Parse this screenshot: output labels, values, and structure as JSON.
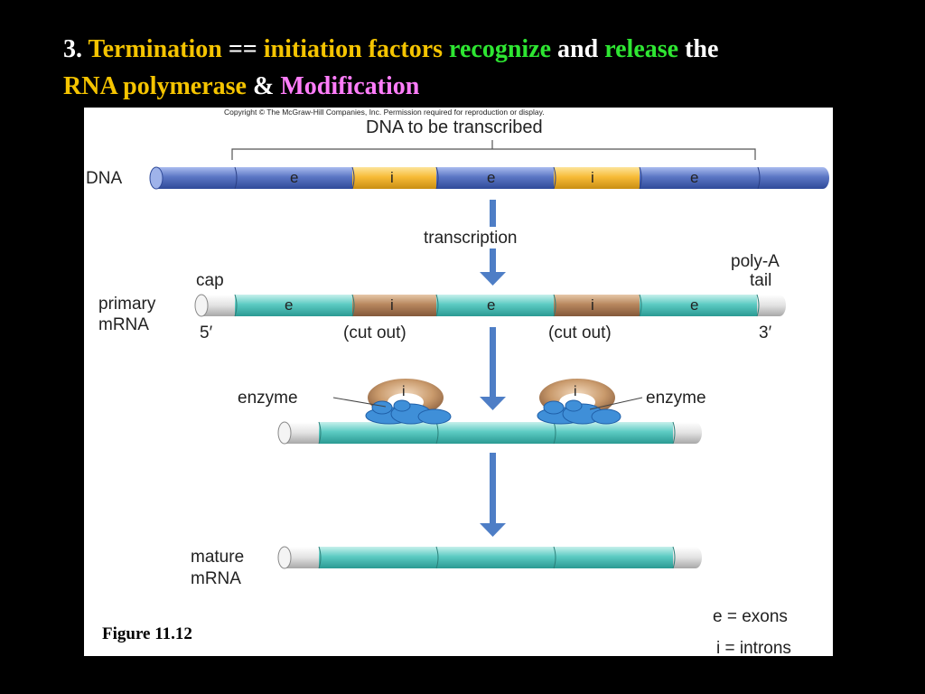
{
  "title": {
    "number": "3.",
    "termination": "Termination",
    "equals": "==",
    "initiation_factors": "initiation factors",
    "recognize": "recognize",
    "and": "and",
    "release": "release",
    "the": "the",
    "rna_polymerase": "RNA polymerase",
    "ampersand": "&",
    "modification": "Modification"
  },
  "colors": {
    "title_default": "#ffffff",
    "title_yellow": "#f5c400",
    "title_green": "#2ee632",
    "title_pink": "#ff7dfa",
    "dna_exon": "#5873c0",
    "dna_intron": "#f5b936",
    "rna_exon": "#55c8c0",
    "rna_intron": "#b98860",
    "arrow": "#4e7ec6",
    "enzyme": "#3f8fd8"
  },
  "figure": {
    "copyright": "Copyright © The McGraw-Hill Companies, Inc. Permission required for reproduction or display.",
    "dna_header": "DNA to be transcribed",
    "dna_label": "DNA",
    "transcription_label": "transcription",
    "cap_label": "cap",
    "polya_line1": "poly-A",
    "polya_line2": "tail",
    "primary_line1": "primary",
    "primary_line2": "mRNA",
    "five_prime": "5′",
    "three_prime": "3′",
    "cut_out": "(cut out)",
    "enzyme_label": "enzyme",
    "mature_line1": "mature",
    "mature_line2": "mRNA",
    "segment_exon": "e",
    "segment_intron": "i",
    "legend_exons": "e = exons",
    "legend_introns": "i = introns",
    "figure_label": "Figure 11.12"
  }
}
